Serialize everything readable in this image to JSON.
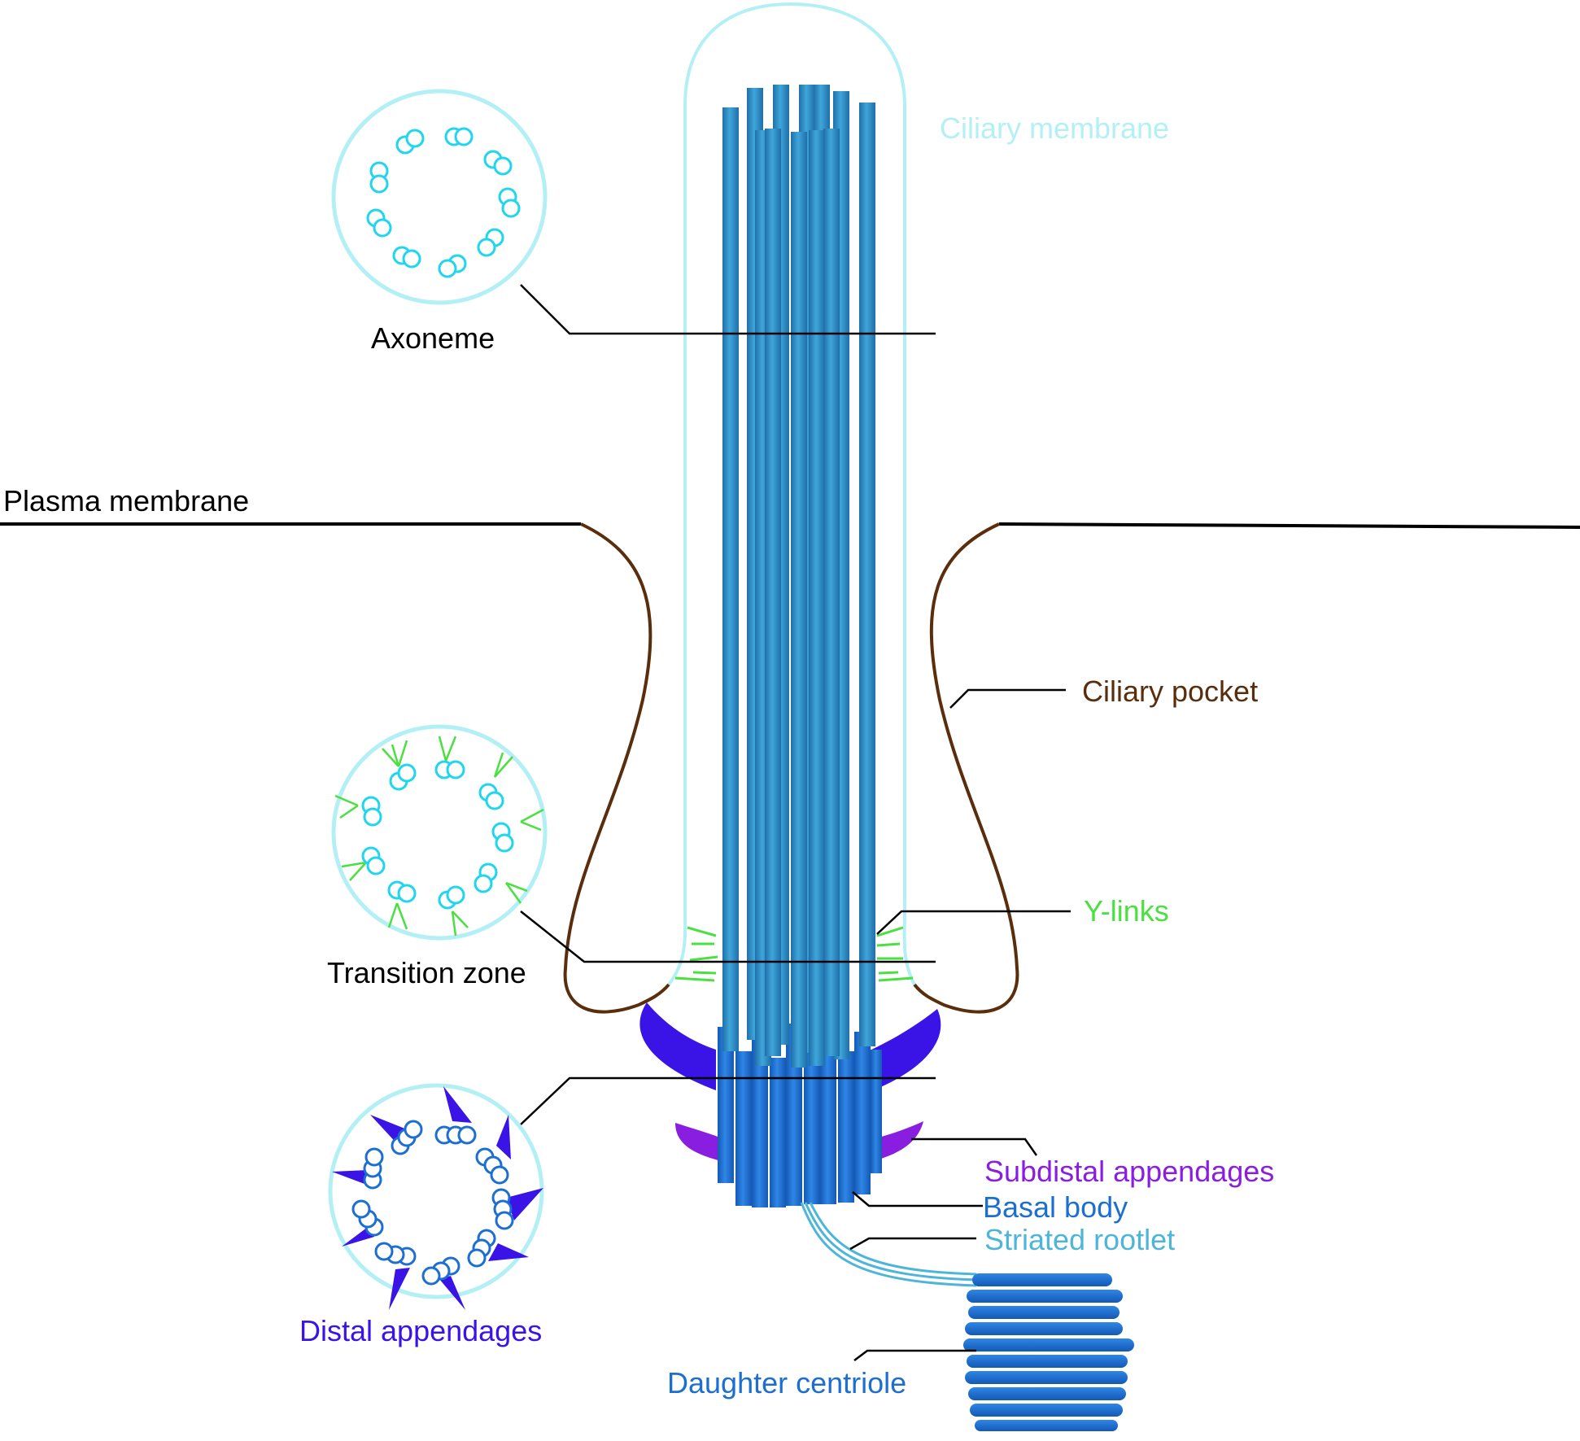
{
  "labels": {
    "ciliary_membrane": "Ciliary membrane",
    "axoneme": "Axoneme",
    "plasma_membrane": "Plasma membrane",
    "ciliary_pocket": "Ciliary pocket",
    "y_links": "Y-links",
    "transition_zone": "Transition zone",
    "subdistal_appendages": "Subdistal appendages",
    "basal_body": "Basal body",
    "striated_rootlet": "Striated rootlet",
    "distal_appendages": "Distal appendages",
    "daughter_centriole": "Daughter centriole"
  },
  "colors": {
    "ciliary_membrane": "#b3f0f5",
    "microtubule": "#2a86c0",
    "microtubule_light": "#3ba3d6",
    "basal_body": "#1c6fd0",
    "pocket": "#5a2e0c",
    "y_links": "#4ae040",
    "distal_appendages": "#3a14e6",
    "subdistal_appendages": "#8a1ee0",
    "rootlet": "#4db5d8",
    "doublet_cyan": "#1fd6ee",
    "leader": "#000000"
  },
  "counts": {
    "microtubule_doublets": 9
  }
}
